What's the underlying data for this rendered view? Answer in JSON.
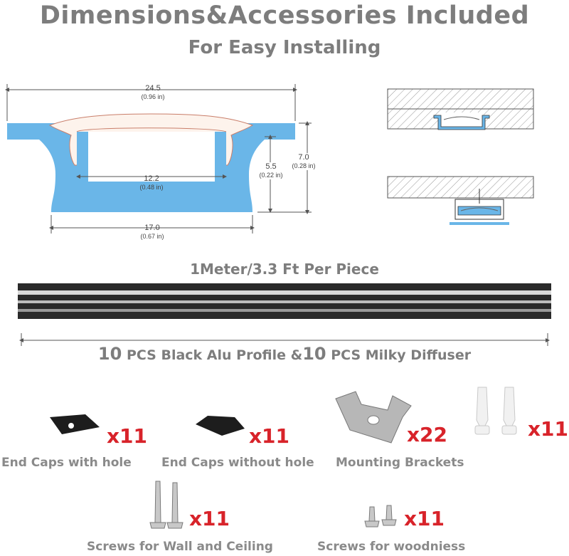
{
  "header": {
    "title": "Dimensions&Accessories Included",
    "subtitle": "For Easy Installing"
  },
  "dimensions": {
    "top_width": {
      "value": "24.5",
      "inch": "(0.96 in)"
    },
    "inner_depth": {
      "value": "5.5",
      "inch": "(0.22 in)"
    },
    "total_height": {
      "value": "7.0",
      "inch": "(0.28 in)"
    },
    "inner_width": {
      "value": "12.2",
      "inch": "(0.48 in)"
    },
    "bottom_width": {
      "value": "17.0",
      "inch": "(0.67 in)"
    }
  },
  "profile": {
    "length_label": "1Meter/3.3 Ft Per Piece",
    "count_profile": "10",
    "text_profile": "PCS Black Alu Profile &",
    "count_diffuser": "10",
    "text_diffuser": "PCS Milky Diffuser"
  },
  "accessories": [
    {
      "label": "End Caps with hole",
      "qty": "x11",
      "icon": "end-cap-with-hole-icon"
    },
    {
      "label": "End Caps without hole",
      "qty": "x11",
      "icon": "end-cap-without-hole-icon"
    },
    {
      "label": "Mounting Brackets",
      "qty": "x22",
      "icon": "mounting-bracket-icon"
    },
    {
      "label": "",
      "qty": "x11",
      "icon": "wall-anchor-icon"
    },
    {
      "label": "Screws for Wall and Ceiling",
      "qty": "x11",
      "icon": "long-screw-icon"
    },
    {
      "label": "Screws for woodniess",
      "qty": "x11",
      "icon": "short-screw-icon"
    }
  ],
  "colors": {
    "profile_blue": "#6ab6e8",
    "qty_red": "#d8232a",
    "text_gray": "#7d7d7d"
  }
}
